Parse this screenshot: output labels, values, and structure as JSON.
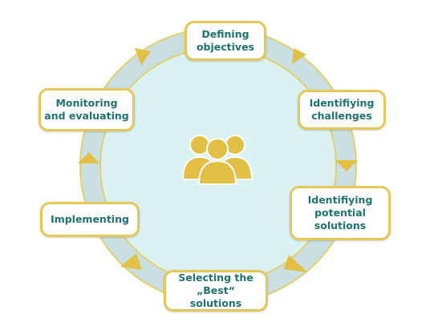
{
  "colors": {
    "ring": "#c9dfe1",
    "ring_edge": "#e4cf6e",
    "inner_disc": "#daf2f2",
    "arrow": "#e2c043",
    "people": "#e3bf45",
    "people_outline": "#ffffff",
    "box_border": "#e8c75a",
    "text": "#1e7470"
  },
  "icons": {
    "center": "group-people-icon",
    "arrows": "triangle-arrow-icon"
  },
  "steps": [
    {
      "id": "defining",
      "label": "Defining\nobjectives"
    },
    {
      "id": "challenges",
      "label": "Identifiying\nchallenges"
    },
    {
      "id": "potential",
      "label": "Identifiying\npotential\nsolutions"
    },
    {
      "id": "selecting",
      "label": "Selecting the\n„Best“ solutions"
    },
    {
      "id": "implementing",
      "label": "Implementing"
    },
    {
      "id": "monitoring",
      "label": "Monitoring\nand evaluating"
    }
  ]
}
